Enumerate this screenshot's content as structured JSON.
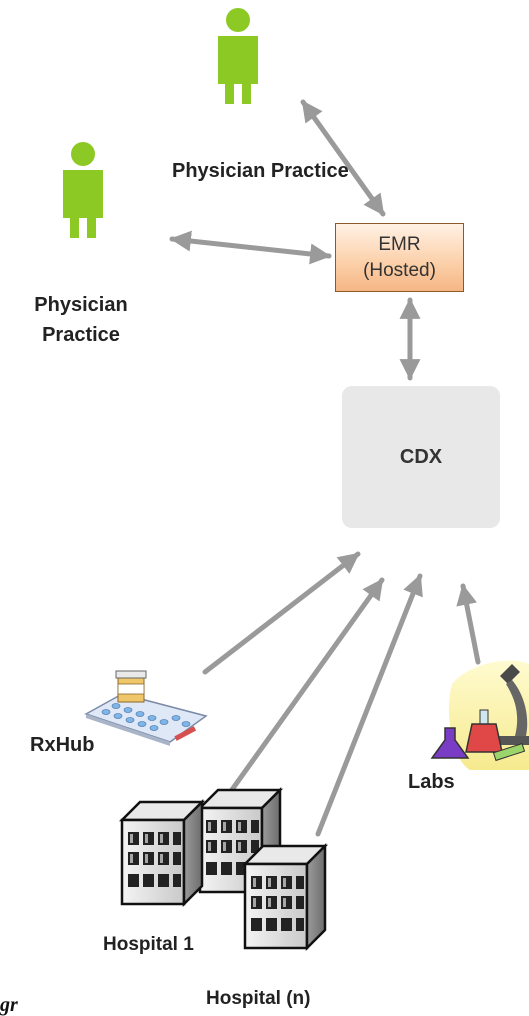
{
  "nodes": {
    "physician_top": "Physician Practice",
    "physician_left": "Physician Practice",
    "emr_line1": "EMR",
    "emr_line2": "(Hosted)",
    "cdx": "CDX",
    "rxhub": "RxHub",
    "labs": "Labs",
    "hospital_1": "Hospital 1",
    "hospital_n": "Hospital (n)"
  },
  "caption_fragment": "gr",
  "colors": {
    "person": "#8cc924",
    "arrow": "#9a9a9a",
    "cdx_fill": "#e8e8e8",
    "emr_fill": "#fcd2ad"
  },
  "icons": [
    "person-icon",
    "pill-blister-icon",
    "building-icon",
    "lab-flask-microscope-icon"
  ]
}
